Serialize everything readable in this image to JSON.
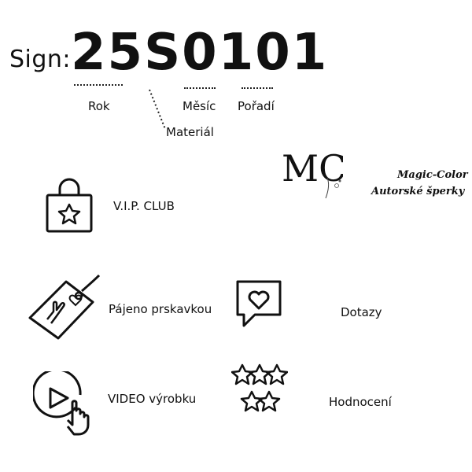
{
  "sign": {
    "label": "Sign:",
    "code": "25S0101"
  },
  "legend": {
    "year": "Rok",
    "month": "Měsíc",
    "order": "Pořadí",
    "material": "Materiál"
  },
  "brand": {
    "monogram": "MC",
    "name": "Magic-Color",
    "tagline": "Autorské šperky"
  },
  "features": {
    "vip": "V.I.P. CLUB",
    "soldering": "Pájeno prskavkou",
    "questions": "Dotazy",
    "video": "VIDEO výrobku",
    "reviews": "Hodnocení"
  },
  "icons": [
    "shopping-bag-star-icon",
    "hand-tag-icon",
    "heart-chat-icon",
    "video-play-click-icon",
    "stars-rating-icon"
  ]
}
